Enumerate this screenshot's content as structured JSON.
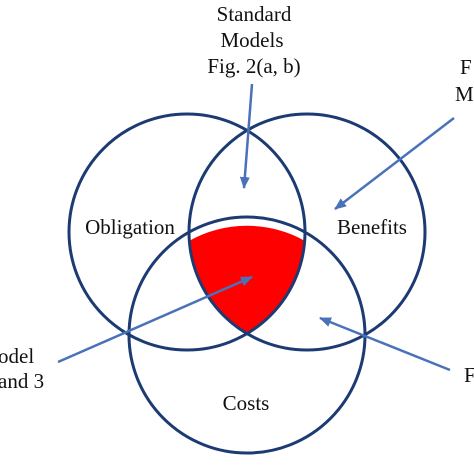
{
  "diagram": {
    "type": "venn",
    "sets": [
      {
        "name": "Obligation"
      },
      {
        "name": "Benefits"
      },
      {
        "name": "Costs"
      }
    ],
    "highlight": {
      "region": "Obligation ∩ Benefits ∩ Costs",
      "color": "#ff0000"
    },
    "outline_color": "#1d3b73",
    "arrow_color": "#4a72b8",
    "callouts": {
      "top": {
        "lines": [
          "Standard",
          "Models",
          "Fig. 2(a, b)"
        ]
      },
      "top_right": {
        "lines": [
          "F",
          "M"
        ]
      },
      "bottom_left": {
        "lines": [
          "odel",
          "and 3"
        ]
      },
      "bottom_right": {
        "lines": [
          "F"
        ]
      }
    }
  }
}
